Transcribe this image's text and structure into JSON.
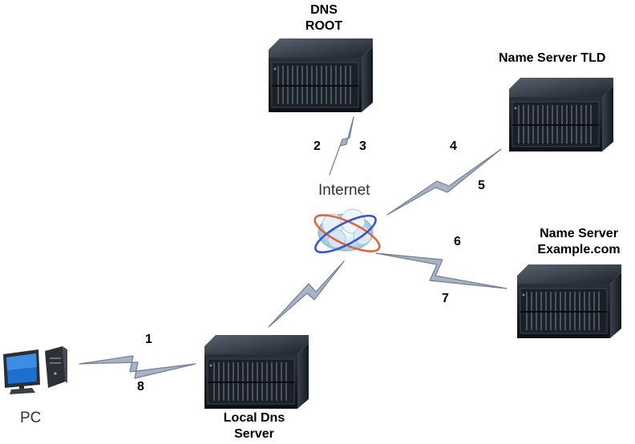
{
  "nodes": {
    "dns_root": {
      "line1": "DNS",
      "line2": "ROOT"
    },
    "tld": {
      "label": "Name Server TLD"
    },
    "example": {
      "line1": "Name Server",
      "line2": "Example.com"
    },
    "local": {
      "line1": "Local Dns",
      "line2": "Server"
    },
    "pc": {
      "label": "PC"
    },
    "internet": {
      "label": "Internet"
    }
  },
  "steps": [
    "1",
    "2",
    "3",
    "4",
    "5",
    "6",
    "7",
    "8"
  ],
  "colors": {
    "link_fill": "#a9b3c3",
    "link_stroke": "#6f7f99",
    "server_dark": "#15191f"
  }
}
